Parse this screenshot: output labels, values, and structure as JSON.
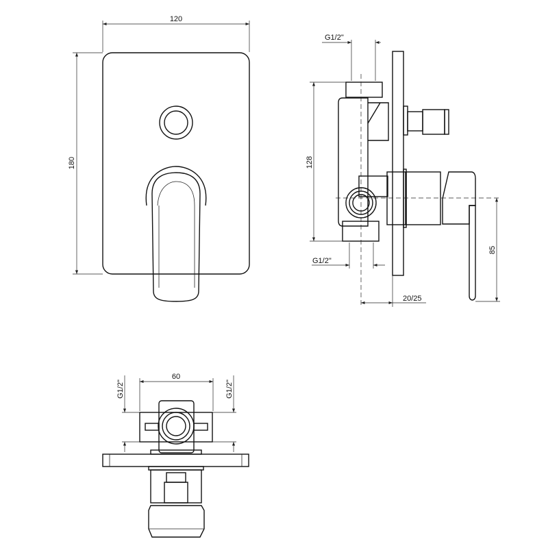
{
  "dimensions": {
    "front_width": "120",
    "front_height": "180",
    "side_top_thread": "G1/2\"",
    "side_height": "128",
    "side_bottom_thread": "G1/2\"",
    "side_lever_height": "85",
    "side_depth": "20/25",
    "bottom_width": "60",
    "bottom_left_thread": "G1/2\"",
    "bottom_right_thread": "G1/2\""
  },
  "colors": {
    "line": "#111111",
    "background": "#ffffff"
  }
}
